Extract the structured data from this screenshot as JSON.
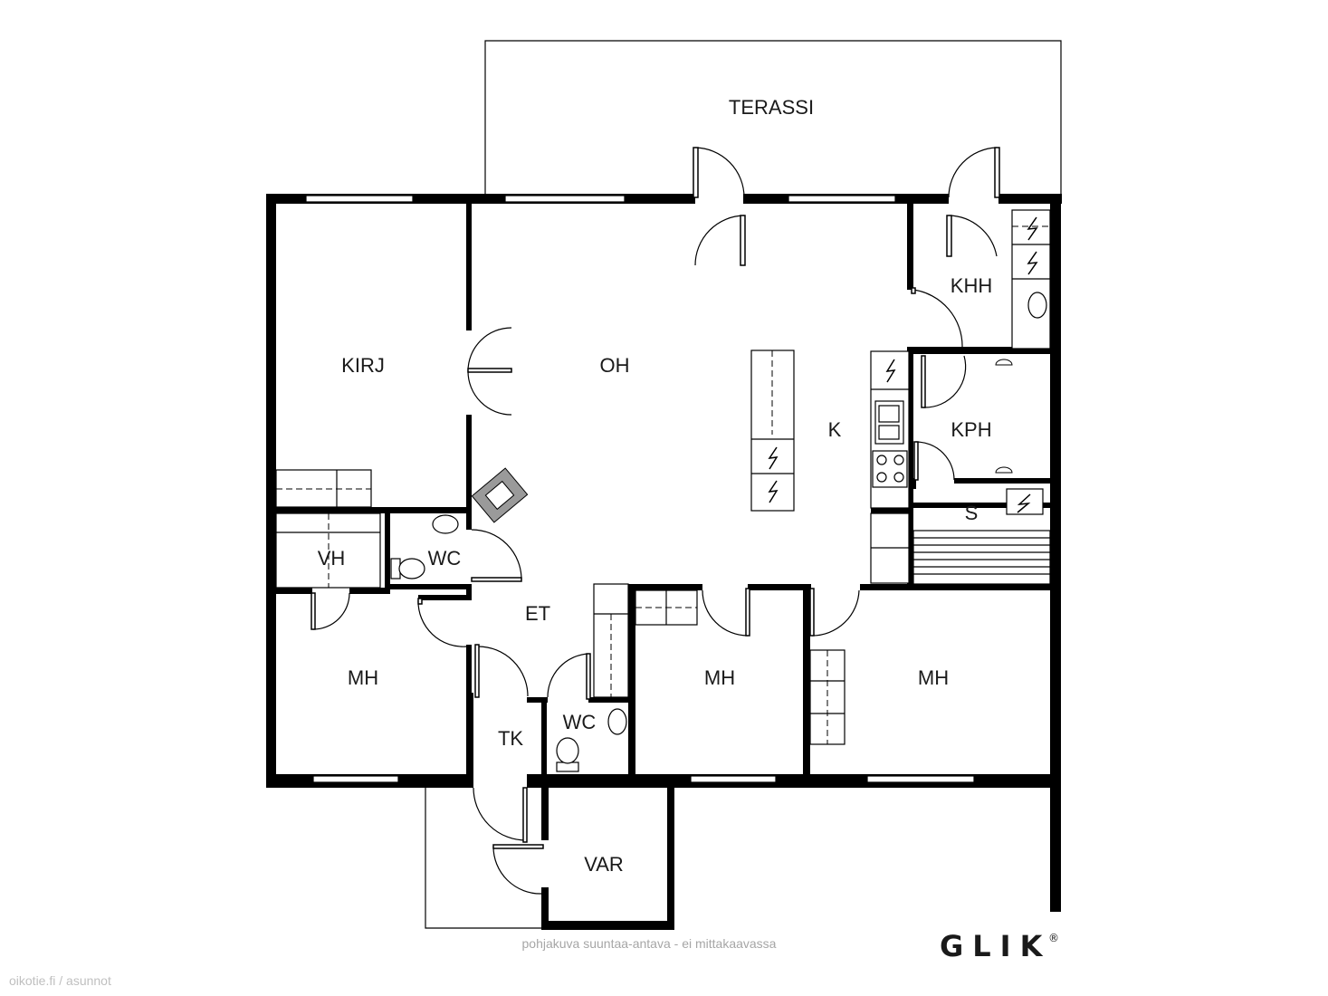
{
  "rooms": {
    "terassi": "TERASSI",
    "kirj": "KIRJ",
    "oh": "OH",
    "k": "K",
    "khh": "KHH",
    "kph": "KPH",
    "s": "S",
    "vh": "VH",
    "wc_upper": "WC",
    "et": "ET",
    "mh_left": "MH",
    "tk": "TK",
    "wc_lower": "WC",
    "mh_middle": "MH",
    "mh_right": "MH",
    "var": "VAR"
  },
  "footer": {
    "disclaimer": "pohjakuva suuntaa-antava - ei mittakaavassa",
    "brand": "GLIK",
    "brand_mark": "®",
    "watermark": "oikotie.fi / asunnot"
  },
  "icons": [
    "electric-outlet-icon",
    "sink-icon",
    "toilet-icon",
    "shower-icon",
    "sauna-heater-icon",
    "stove-icon",
    "fireplace-icon"
  ],
  "colors": {
    "wall": "#000000",
    "background": "#ffffff",
    "disclaimer": "#a6a6a6"
  }
}
